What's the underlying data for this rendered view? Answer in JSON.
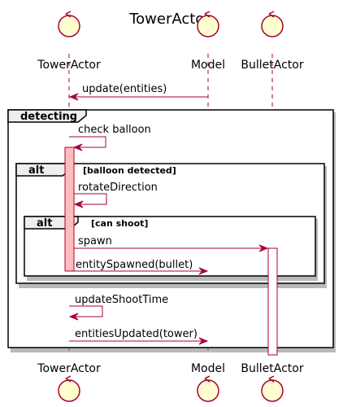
{
  "diagram": {
    "title": "TowerActor",
    "participants": [
      {
        "id": "tower",
        "label": "TowerActor",
        "kind": "control"
      },
      {
        "id": "model",
        "label": "Model",
        "kind": "control"
      },
      {
        "id": "bullet",
        "label": "BulletActor",
        "kind": "control"
      }
    ],
    "messages": [
      {
        "from": "model",
        "to": "tower",
        "label": "update(entities)"
      },
      {
        "from": "tower",
        "to": "tower",
        "label": "check balloon"
      },
      {
        "from": "tower",
        "to": "tower",
        "label": "rotateDirection"
      },
      {
        "from": "tower",
        "to": "bullet",
        "label": "spawn"
      },
      {
        "from": "tower",
        "to": "model",
        "label": "entitySpawned(bullet)"
      },
      {
        "from": "tower",
        "to": "tower",
        "label": "updateShootTime"
      },
      {
        "from": "tower",
        "to": "model",
        "label": "entitiesUpdated(tower)"
      }
    ],
    "fragments": [
      {
        "kind": "detecting",
        "guard": ""
      },
      {
        "kind": "alt",
        "guard": "[balloon detected]"
      },
      {
        "kind": "alt",
        "guard": "[can shoot]"
      }
    ],
    "colors": {
      "line": "#A80036",
      "participant_fill": "#FEFECE",
      "activation_fill": "#FFBCBC",
      "fragment_tab": "#EEEEEE"
    }
  }
}
